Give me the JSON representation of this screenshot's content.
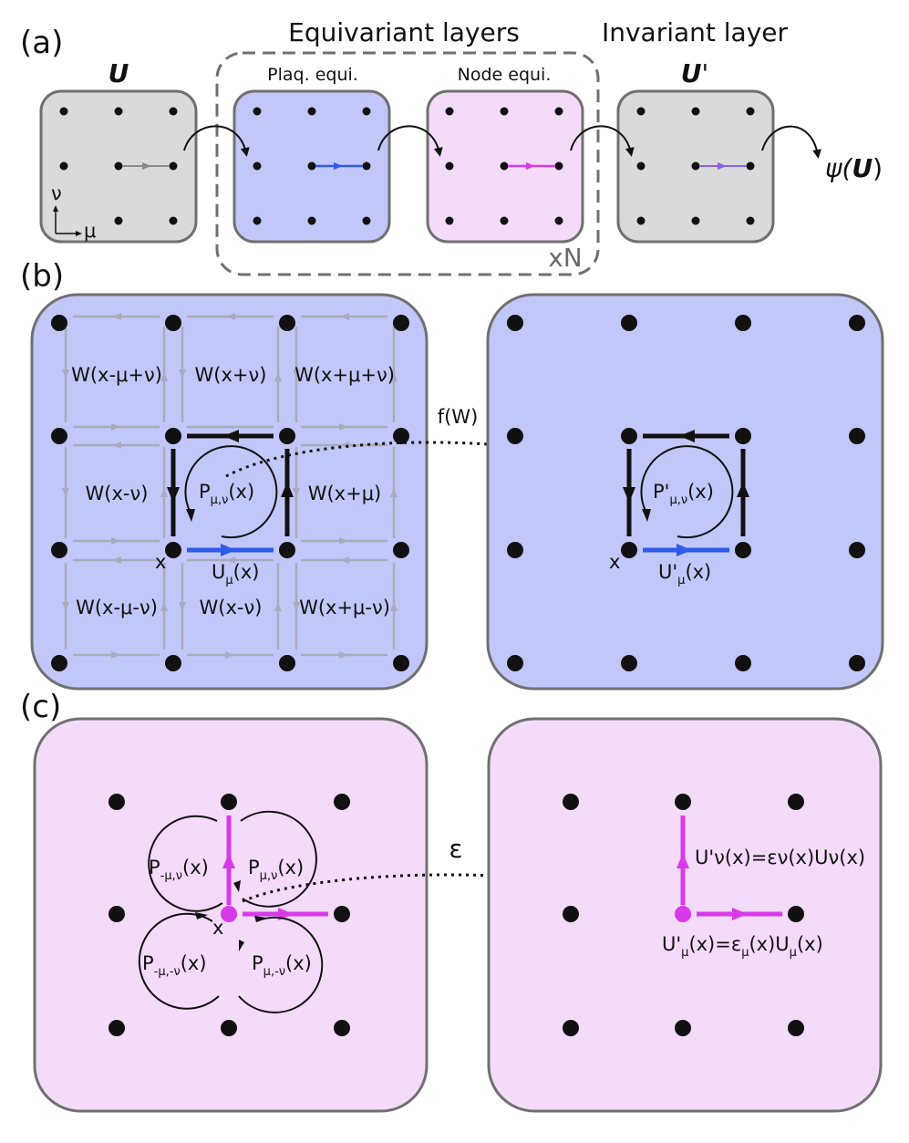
{
  "panel_a": {
    "label": "(a)",
    "header_equivariant": "Equivariant layers",
    "header_invariant": "Invariant layer",
    "box_U_label": "U",
    "box_plaq_label": "Plaq. equi.",
    "box_node_label": "Node equi.",
    "box_Uprime_label": "U",
    "box_Uprime_prime": "'",
    "repeat_label": "xN",
    "output_label_psi": "ψ(",
    "output_label_U": "U",
    "output_label_close": ")",
    "axis_v": "ν",
    "axis_mu": "μ"
  },
  "panel_b": {
    "label": "(b)",
    "map_label": "f(W)",
    "w_tl": "W(x-μ+ν)",
    "w_tc": "W(x+ν)",
    "w_tr": "W(x+μ+ν)",
    "w_ml": "W(x-ν)",
    "w_mr": "W(x+μ)",
    "w_bl": "W(x-μ-ν)",
    "w_bc": "W(x-ν)",
    "w_br": "W(x+μ-ν)",
    "p_main": "P",
    "p_sub": "μ,ν",
    "p_arg": "(x)",
    "u_main": "U",
    "u_sub": "μ",
    "u_arg": "(x)",
    "x_label": "x",
    "p2_main": "P'",
    "p2_sub": "μ,ν",
    "p2_arg": "(x)",
    "u2_main": "U'",
    "u2_sub": "μ",
    "u2_arg": "(x)",
    "x2_label": "x"
  },
  "panel_c": {
    "label": "(c)",
    "map_label": "ε",
    "x_label": "x",
    "p1_main": "P",
    "p1_sub": "-μ,ν",
    "p1_arg": "(x)",
    "p2_main": "P",
    "p2_sub": "μ,ν",
    "p2_arg": "(x)",
    "p3_main": "P",
    "p3_sub": "-μ,-ν",
    "p3_arg": "(x)",
    "p4_main": "P",
    "p4_sub": "μ,-ν",
    "p4_arg": "(x)",
    "eq_v": "U'ν(x)=εν(x)Uν(x)",
    "eq_mu_a": "U'",
    "eq_mu_s1": "μ",
    "eq_mu_b": "(x)=ε",
    "eq_mu_s2": "μ",
    "eq_mu_c": "(x)U",
    "eq_mu_s3": "μ",
    "eq_mu_d": "(x)"
  },
  "colors": {
    "gray_fill": "#dadada",
    "blue_fill": "#c2c7f9",
    "pink_fill": "#f5dbfa",
    "box_stroke": "#707070",
    "blue_link": "#2e5bea",
    "magenta_link": "#d93ae9",
    "purple_link": "#8b5ef0"
  }
}
